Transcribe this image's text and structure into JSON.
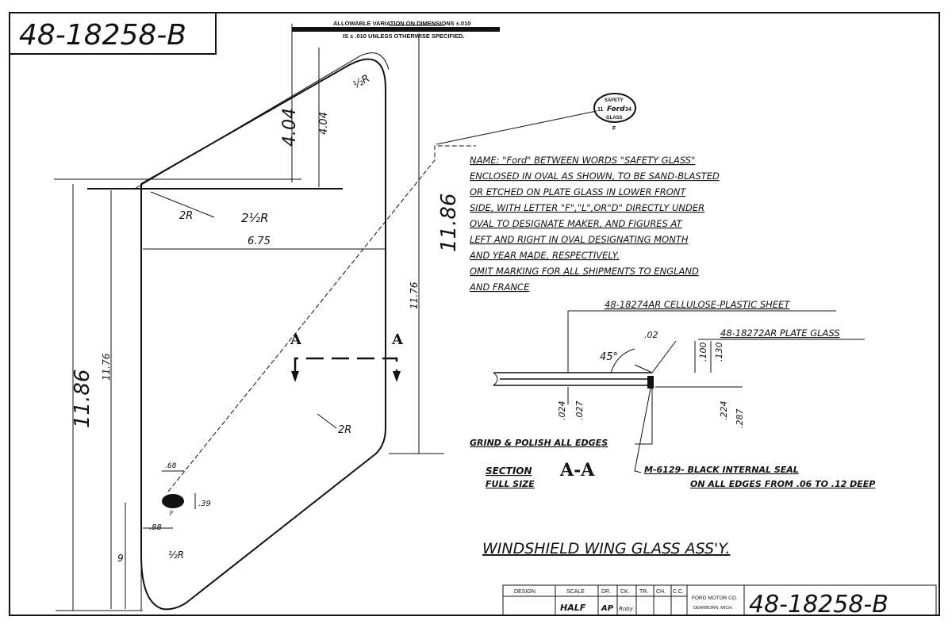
{
  "drawing": {
    "number_top": "48-18258-B",
    "number_bottom": "48-18258-B",
    "tolerance_note": [
      "ALLOWABLE VARIATION ON DIMENSIONS ±.010",
      "IS ± .010 UNLESS OTHERWISE SPECIFIED."
    ],
    "title": "WINDSHIELD WING GLASS ASS'Y."
  },
  "dimensions": {
    "d_404_left": "4.04",
    "d_404_right": "4.04",
    "d_1186_left": "11.86",
    "d_1186_right": "11.86",
    "d_1176_left": "11.76",
    "d_1176_right": "11.76",
    "d_675": "6.75",
    "r_top": "½R",
    "r_2_left": "2R",
    "r_left_b": "2½R",
    "r_2_right": "2R",
    "r_bottom": "½R",
    "logo_w": ".68",
    "logo_h": ".39",
    "logo_x": ".88",
    "logo_y": "9",
    "logo_letter": "F",
    "section_a_left": "A",
    "section_a_right": "A"
  },
  "logo_stamp": {
    "top": "SAFETY",
    "middle": "Ford",
    "left_num": "11",
    "right_num": "34",
    "bottom": "GLASS",
    "maker": "F"
  },
  "marking_note": [
    "NAME: \"Ford\" BETWEEN WORDS \"SAFETY GLASS\"",
    "ENCLOSED IN OVAL AS SHOWN, TO BE SAND-BLASTED",
    "OR ETCHED ON PLATE GLASS IN LOWER FRONT",
    "SIDE, WITH LETTER \"F\",\"L\",OR\"D\" DIRECTLY UNDER",
    "OVAL TO DESIGNATE MAKER, AND FIGURES AT",
    "LEFT AND RIGHT IN OVAL DESIGNATING MONTH",
    "AND YEAR MADE, RESPECTIVELY.",
    "OMIT MARKING FOR ALL SHIPMENTS TO ENGLAND",
    "AND FRANCE"
  ],
  "section": {
    "cellulose": "48-18274AR CELLULOSE-PLASTIC SHEET",
    "plate": "48-18272AR PLATE GLASS",
    "angle": "45°",
    "d_02": ".02",
    "d_100": ".100",
    "d_130": ".130",
    "d_024": ".024",
    "d_027": ".027",
    "d_224": ".224",
    "d_287": ".287",
    "grind": "GRIND & POLISH ALL EDGES",
    "seal_1": "M-6129- BLACK INTERNAL SEAL",
    "seal_2": "ON ALL EDGES FROM .06 TO .12 DEEP",
    "section_label": "SECTION",
    "section_name": "A-A",
    "full_size": "FULL SIZE"
  },
  "title_block": {
    "headers": [
      "DESIGN",
      "SCALE",
      "DR.",
      "CK.",
      "TR.",
      "CH.",
      "C.C."
    ],
    "scale": "HALF",
    "dr": "AP",
    "ck": "Roby",
    "company": "FORD MOTOR CO.",
    "city": "DEARBORN, MICH."
  }
}
